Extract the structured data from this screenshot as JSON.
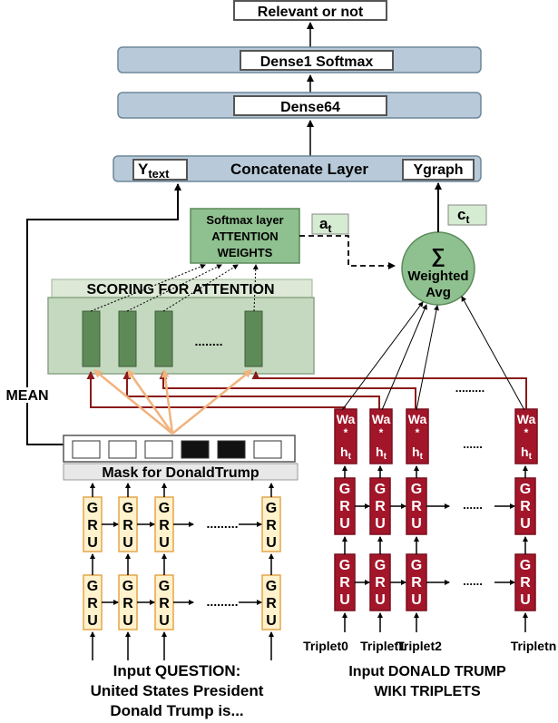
{
  "output": {
    "label": "Relevant or not"
  },
  "dense1": {
    "label": "Dense1 Softmax"
  },
  "dense64": {
    "label": "Dense64"
  },
  "concat": {
    "title": "Concatenate Layer",
    "ytext_main": "Y",
    "ytext_sub": "text",
    "ygraph": "Ygraph"
  },
  "softmax": {
    "line1": "Softmax layer",
    "line2": "ATTENTION",
    "line3": "WEIGHTS"
  },
  "at": {
    "main": "a",
    "sub": "t"
  },
  "ct": {
    "main": "c",
    "sub": "t"
  },
  "weighted": {
    "symbol": "∑",
    "line1": "Weighted",
    "line2": "Avg"
  },
  "scoring": {
    "title": "SCORING FOR ATTENTION",
    "dots": "........"
  },
  "mean": {
    "label": "MEAN"
  },
  "mask": {
    "label": "Mask for DonaldTrump",
    "cells": [
      "white",
      "white",
      "white",
      "black",
      "black",
      "white"
    ]
  },
  "gru_letters": [
    "G",
    "R",
    "U"
  ],
  "gru_dots": ".........",
  "wa": {
    "line1": "Wa",
    "line2": "*",
    "line3": "h",
    "sub": "t"
  },
  "red_dots": "......",
  "top_red_dots": ".........",
  "triplets": [
    "Triplet0",
    "Triplet1",
    "Triplet2",
    "Tripletn"
  ],
  "question": {
    "line1": "Input QUESTION:",
    "line2": "United States President",
    "line3": "Donald Trump is..."
  },
  "wiki": {
    "line1": "Input DONALD TRUMP",
    "line2": "WIKI TRIPLETS"
  }
}
